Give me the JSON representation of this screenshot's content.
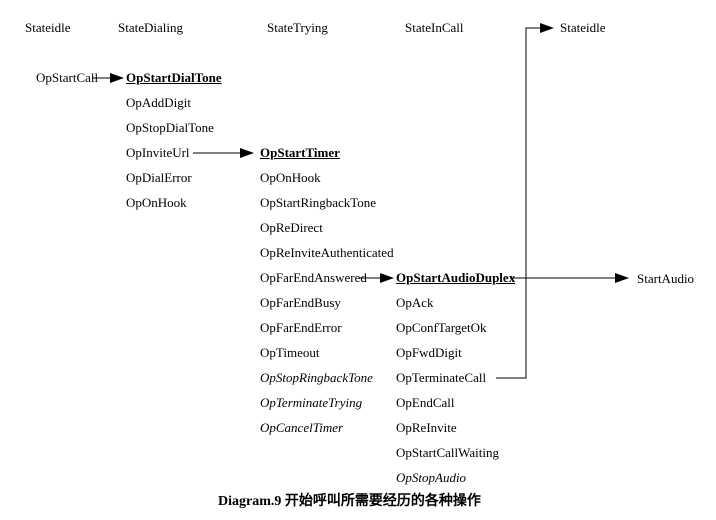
{
  "page": {
    "background_color": "#ffffff",
    "text_color": "#000000"
  },
  "headers": {
    "state_idle_left": "Stateidle",
    "state_dialing": "StateDialing",
    "state_trying": "StateTrying",
    "state_in_call": "StateInCall",
    "state_idle_right": "Stateidle"
  },
  "trigger": {
    "label": "OpStartCall"
  },
  "result": {
    "label": "StartAudio"
  },
  "columns": [
    {
      "state": "StateDialing",
      "items": [
        {
          "label": "OpStartDialTone",
          "emphasis": "bold-underline"
        },
        {
          "label": "OpAddDigit",
          "emphasis": "none"
        },
        {
          "label": "OpStopDialTone",
          "emphasis": "none"
        },
        {
          "label": "OpInviteUrl",
          "emphasis": "none"
        },
        {
          "label": "OpDialError",
          "emphasis": "none"
        },
        {
          "label": "OpOnHook",
          "emphasis": "none"
        }
      ]
    },
    {
      "state": "StateTrying",
      "items": [
        {
          "label": "OpStartTimer",
          "emphasis": "bold-underline"
        },
        {
          "label": "OpOnHook",
          "emphasis": "none"
        },
        {
          "label": "OpStartRingbackTone",
          "emphasis": "none"
        },
        {
          "label": "OpReDirect",
          "emphasis": "none"
        },
        {
          "label": "OpReInviteAuthenticated",
          "emphasis": "none"
        },
        {
          "label": "OpFarEndAnswered",
          "emphasis": "none"
        },
        {
          "label": "OpFarEndBusy",
          "emphasis": "none"
        },
        {
          "label": "OpFarEndError",
          "emphasis": "none"
        },
        {
          "label": "OpTimeout",
          "emphasis": "none"
        },
        {
          "label": "OpStopRingbackTone",
          "emphasis": "italic"
        },
        {
          "label": "OpTerminateTrying",
          "emphasis": "italic"
        },
        {
          "label": "OpCancelTimer",
          "emphasis": "italic"
        }
      ]
    },
    {
      "state": "StateInCall",
      "items": [
        {
          "label": "OpStartAudioDuplex",
          "emphasis": "bold-underline"
        },
        {
          "label": "OpAck",
          "emphasis": "none"
        },
        {
          "label": "OpConfTargetOk",
          "emphasis": "none"
        },
        {
          "label": "OpFwdDigit",
          "emphasis": "none"
        },
        {
          "label": "OpTerminateCall",
          "emphasis": "none"
        },
        {
          "label": "OpEndCall",
          "emphasis": "none"
        },
        {
          "label": "OpReInvite",
          "emphasis": "none"
        },
        {
          "label": "OpStartCallWaiting",
          "emphasis": "none"
        },
        {
          "label": "OpStopAudio",
          "emphasis": "italic"
        }
      ]
    }
  ],
  "arrows": [
    {
      "name": "op-start-call-to-op-start-dial-tone"
    },
    {
      "name": "op-invite-url-to-op-start-timer"
    },
    {
      "name": "op-far-end-answered-to-op-start-audio-duplex"
    },
    {
      "name": "op-start-audio-duplex-to-start-audio"
    },
    {
      "name": "op-terminate-call-to-state-idle"
    }
  ],
  "caption": "Diagram.9 开始呼叫所需要经历的各种操作"
}
